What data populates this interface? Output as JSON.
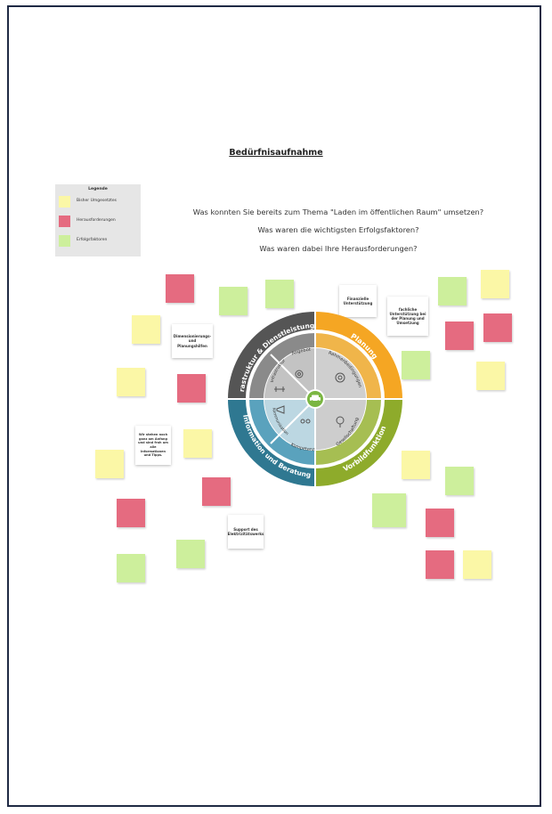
{
  "title": "Bedürfnisaufnahme",
  "legend": {
    "title": "Legende",
    "items": [
      {
        "label": "Bisher Umgesetztes",
        "color": "#fbf7a6"
      },
      {
        "label": "Herausforderungen",
        "color": "#e56b80"
      },
      {
        "label": "Erfolgsfaktoren",
        "color": "#cdef9c"
      }
    ]
  },
  "questions": [
    "Was konnten Sie bereits zum Thema \"Laden im öffentlichen Raum\" umsetzen?",
    "Was waren die wichtigsten Erfolgsfaktoren?",
    "Was waren dabei Ihre Herausforderungen?"
  ],
  "notes": {
    "dimension": "Dimensionierungs- und Planungshilfen",
    "finance": "Finanzielle Unterstützung",
    "technical": "fachliche Unterstützung bei der Planung und Umsetzung",
    "start": "Wir stehen noch ganz am Anfang und sind froh um alle Informationen und Tipps.",
    "support": "Support des Elektrizitätswerks"
  },
  "wheel": {
    "outer": {
      "top_left": "Infrastruktur & Dienstleistungen",
      "top_right": "Planung",
      "bottom_left": "Information und Beratung",
      "bottom_right": "Vorbildfunktion"
    },
    "inner": {
      "angebot": "Angebot",
      "infrastruktur": "Infrastruktur",
      "rahmen": "Rahmenbedingungen",
      "kommunikation": "Kommunikation",
      "kompetenz": "Kompetenz",
      "gesellschaftung": "Gesellschaftung"
    },
    "colors": {
      "infrastruktur": "#555555",
      "planung": "#f5a623",
      "information": "#2f7891",
      "vorbild": "#8eab2b",
      "center": "#7bb642"
    }
  }
}
